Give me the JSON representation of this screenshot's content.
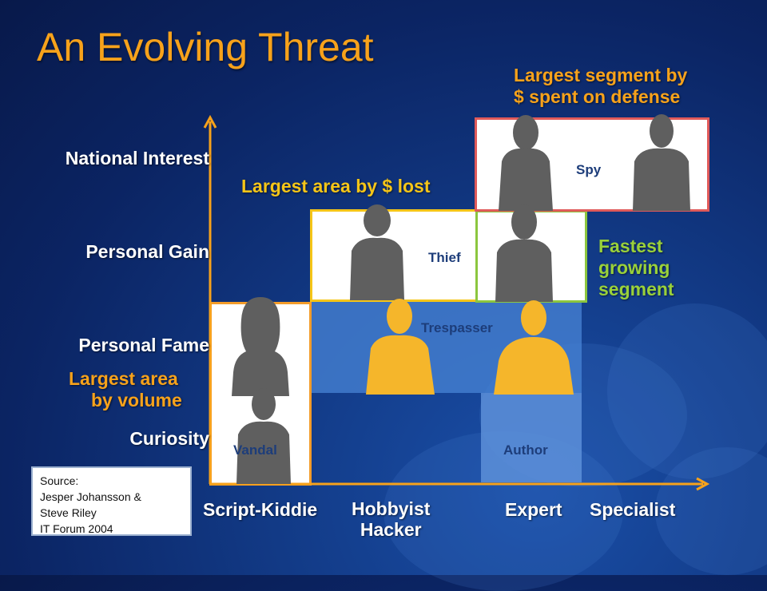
{
  "title": "An Evolving Threat",
  "y_axis": [
    "National Interest",
    "Personal Gain",
    "Personal Fame",
    "Curiosity"
  ],
  "x_axis": [
    "Script-Kiddie",
    "Hobbyist\nHacker",
    "Expert",
    "Specialist"
  ],
  "notes": {
    "volume_line1": "Largest area",
    "volume_line2": "by volume",
    "lost": "Largest area by $ lost",
    "defense_line1": "Largest segment by",
    "defense_line2": "$ spent on defense",
    "fastest_line1": "Fastest",
    "fastest_line2": "growing",
    "fastest_line3": "segment"
  },
  "segments": {
    "spy": "Spy",
    "thief": "Thief",
    "trespasser": "Trespasser",
    "vandal": "Vandal",
    "author": "Author"
  },
  "source": [
    "Source:",
    "Jesper Johansson &",
    "Steve Riley",
    "IT Forum 2004"
  ],
  "colors": {
    "title": "#f7a21b",
    "axis": "#f7a21b",
    "spy_border": "#e05a5a",
    "thief_border": "#f5c518",
    "fastest_border": "#8cc63f",
    "vandal_border": "#f39c2a",
    "trespasser_fill": "#3f78c8",
    "author_fill": "#5b8fd6",
    "silhouette": "#5f5f5f",
    "silhouette_gold": "#f5b62b"
  },
  "icons": [
    "person-silhouette-icon",
    "axis-arrow-icon"
  ]
}
